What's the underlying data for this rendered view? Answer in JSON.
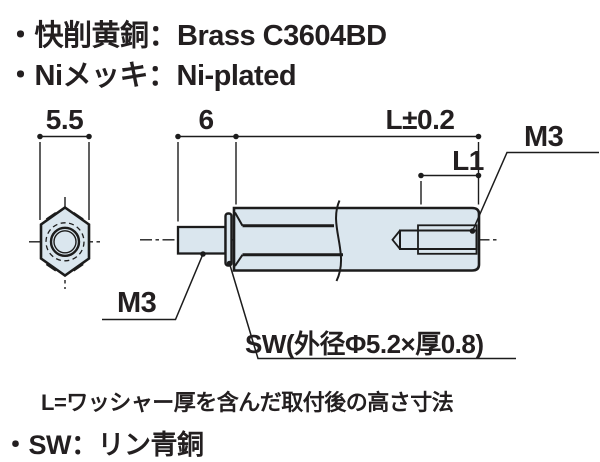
{
  "header": {
    "material_note": "・快削黄銅：Brass C3604BD",
    "plating_note": "・Niメッキ：Ni-plated"
  },
  "drawing": {
    "type": "hex-standoff-spacer-technical-drawing",
    "dimensions": {
      "across_flats": "5.5",
      "stud_length": "6",
      "body_length": "L±0.2",
      "thread_depth": "L1"
    },
    "labels": {
      "female_thread": "M3",
      "male_thread": "M3",
      "washer": "SW(外径Φ5.2×厚0.8)"
    },
    "colors": {
      "part_fill": "#dae6ee",
      "line": "#1c1c1c",
      "text": "#231f20",
      "background": "#ffffff"
    }
  },
  "footer": {
    "length_note": "L=ワッシャー厚を含んだ取付後の高さ寸法",
    "sw_material_note": "・SW：リン青銅"
  }
}
